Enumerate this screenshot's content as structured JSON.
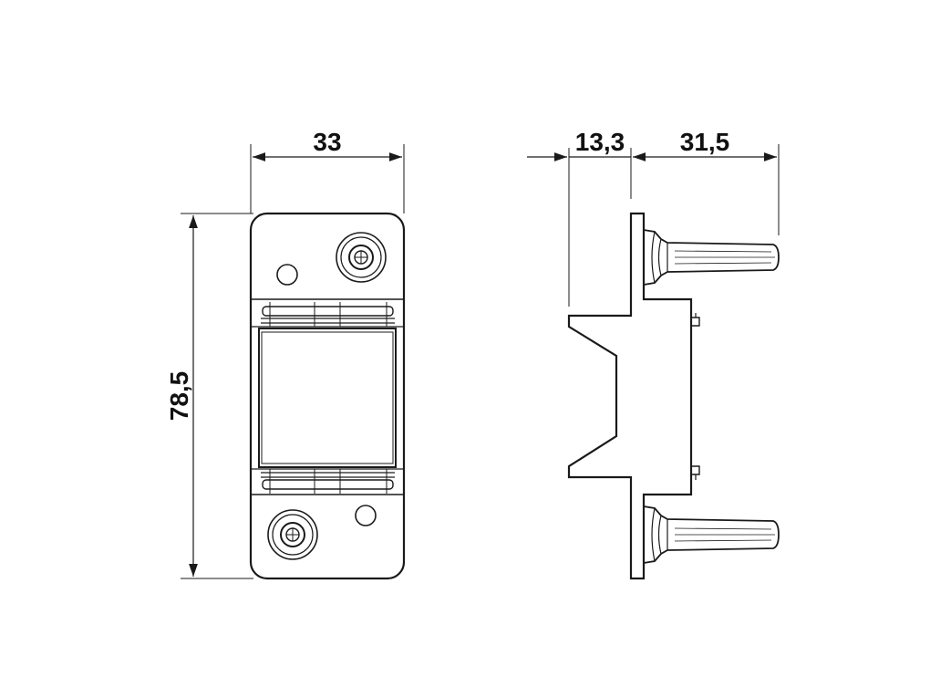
{
  "dimensions": {
    "front_width": "33",
    "front_height": "78,5",
    "side_depth_1": "13,3",
    "side_depth_2": "31,5"
  },
  "colors": {
    "line": "#1a1a1a",
    "background": "#ffffff"
  }
}
